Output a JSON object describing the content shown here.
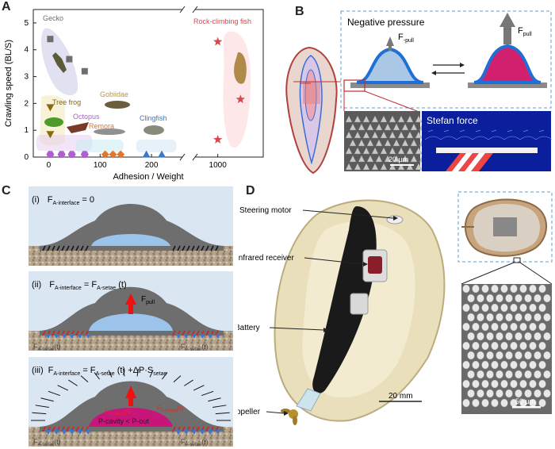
{
  "panels": {
    "a": "A",
    "b": "B",
    "c": "C",
    "d": "D"
  },
  "chart_data": {
    "type": "scatter",
    "xlabel": "Adhesion / Weight",
    "ylabel": "Crawling speed (BL/S)",
    "x_ticks": [
      "0",
      "100",
      "200",
      "1000"
    ],
    "y_ticks": [
      "0",
      "1",
      "2",
      "3",
      "4",
      "5"
    ],
    "xlim": [
      -30,
      1200
    ],
    "ylim": [
      0,
      5.5
    ],
    "x_axis_broken": true,
    "series": [
      {
        "name": "Gecko",
        "color": "#6e6e6e",
        "marker": "square",
        "points": [
          [
            3,
            4.4
          ],
          [
            40,
            3.65
          ],
          [
            70,
            3.2
          ]
        ]
      },
      {
        "name": "Tree frog",
        "color": "#8b6914",
        "marker": "triangle-down",
        "points": [
          [
            3,
            1.85
          ],
          [
            3,
            0.85
          ]
        ]
      },
      {
        "name": "Octopus",
        "color": "#b15fd0",
        "marker": "hexagon",
        "points": [
          [
            3,
            0.1
          ],
          [
            25,
            0.1
          ],
          [
            45,
            0.1
          ],
          [
            70,
            0.1
          ]
        ]
      },
      {
        "name": "Remora",
        "color": "#e2762f",
        "marker": "diamond",
        "points": [
          [
            110,
            0.1
          ],
          [
            125,
            0.1
          ],
          [
            140,
            0.1
          ]
        ]
      },
      {
        "name": "Gobiidae",
        "color": "#c8952a",
        "marker": "none",
        "points": []
      },
      {
        "name": "Clingfish",
        "color": "#3a78c9",
        "marker": "triangle",
        "points": [
          [
            190,
            0.1
          ],
          [
            220,
            0.1
          ]
        ]
      },
      {
        "name": "Rock-climbing fish",
        "color": "#d9484f",
        "marker": "star",
        "points": [
          [
            1000,
            4.3
          ],
          [
            1100,
            2.15
          ],
          [
            1000,
            0.65
          ]
        ]
      }
    ]
  },
  "panel_b": {
    "title": "Negative pressure",
    "f_pull_left": "F",
    "f_pull_left_sub": "-pull",
    "f_pull_right": "F",
    "f_pull_right_sub": "pull",
    "scale_bar": "20 μm",
    "stefan_label": "Stefan force",
    "colors": {
      "cavity_light": "#aac8e6",
      "cavity_pink": "#d0206e",
      "membrane": "#1f6fd6",
      "base": "#8a8a8a"
    }
  },
  "panel_c": {
    "states": [
      {
        "roman": "(i)",
        "eq": "F",
        "eq_sub": "A-interface",
        "eq_rest": " = 0"
      },
      {
        "roman": "(ii)",
        "eq": "F",
        "eq_sub": "A-interface",
        "eq_rest": " = F",
        "eq_sub2": "A-setae",
        "eq_tail": " (t)",
        "pull": "F",
        "pull_sub": "pull",
        "left_label": "F",
        "left_sub": "A-setae",
        "left_tail": "(t)",
        "right_label": "F",
        "right_sub": "A-setae",
        "right_tail": "(t)"
      },
      {
        "roman": "(iii)",
        "eq": "F",
        "eq_sub": "A-interface",
        "eq_rest": " = F",
        "eq_sub2": "A-setae",
        "eq_tail": " (t) +ΔP·S",
        "eq_sub3": "setae",
        "inner_left": "F",
        "inner_left_sub": "A-setae",
        "inner_left_tail": "(t)",
        "inner_right": "F",
        "inner_right_sub": "A-setae",
        "inner_right_tail": "(t)",
        "cavity": "P-cavity < P-out",
        "left_label": "F",
        "left_sub": "A-setae",
        "left_tail": "(t)",
        "right_label": "F",
        "right_sub": "A-setae",
        "right_tail": "(t)"
      }
    ]
  },
  "panel_d": {
    "labels": {
      "steering_motor": "Steering motor",
      "infrared_receiver": "Infrared receiver",
      "battery": "Battery",
      "propeller": "Propeller"
    },
    "scale_bar_main": "20 mm",
    "scale_bar_sem": "50 μm"
  }
}
